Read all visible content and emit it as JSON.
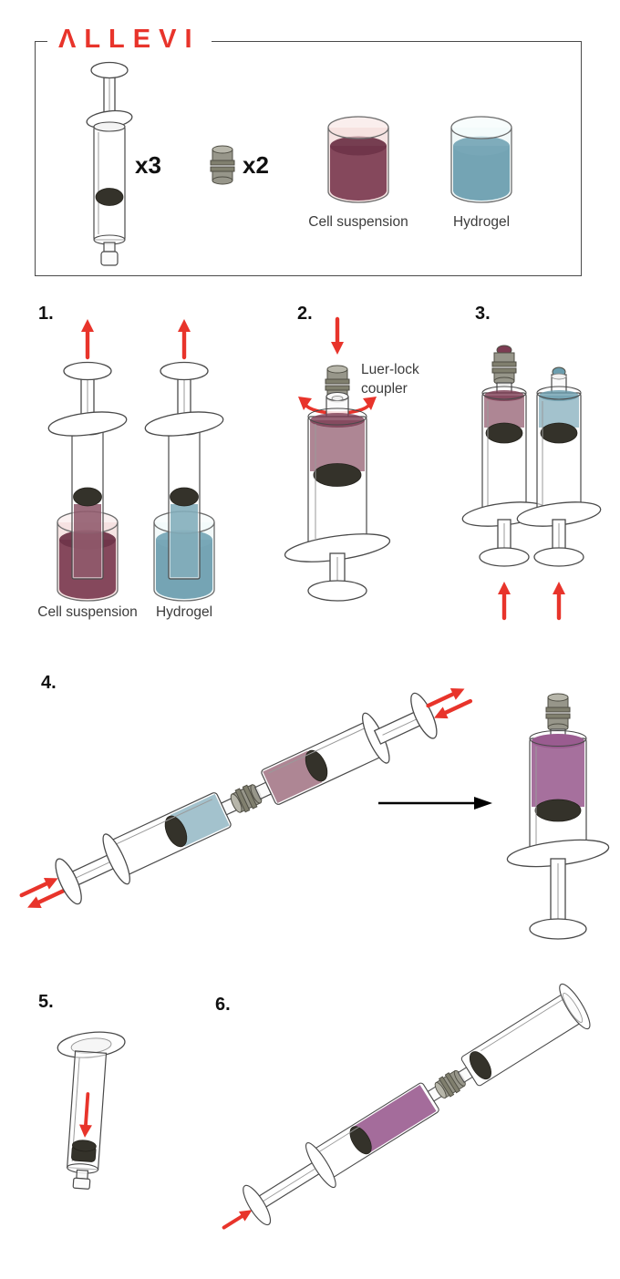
{
  "header": {
    "logo_text": "ΛLLEVI"
  },
  "colors": {
    "brand_red": "#E8342B",
    "arrow_red": "#E8342B",
    "cell_suspension": "#7C3C52",
    "cell_suspension_surface": "#6F3549",
    "cell_glass_tint": "#EDC9C7",
    "hydrogel": "#6B9DAE",
    "hydrogel_surface": "#78A8B7",
    "hydrogel_glass_tint": "#E9F5F5",
    "mixed_bioink": "#9A5C90",
    "stopper_dark": "#34322A",
    "coupler_gray": "#97968A",
    "label_text": "#3C3C3C"
  },
  "kit_box": {
    "syringe_count": "x3",
    "coupler_count": "x2",
    "beakers": [
      {
        "label": "Cell suspension"
      },
      {
        "label": "Hydrogel"
      }
    ]
  },
  "steps": [
    {
      "number": "1.",
      "labels": [
        "Cell suspension",
        "Hydrogel"
      ]
    },
    {
      "number": "2.",
      "annotation": "Luer-lock coupler"
    },
    {
      "number": "3."
    },
    {
      "number": "4."
    },
    {
      "number": "5."
    },
    {
      "number": "6."
    }
  ]
}
